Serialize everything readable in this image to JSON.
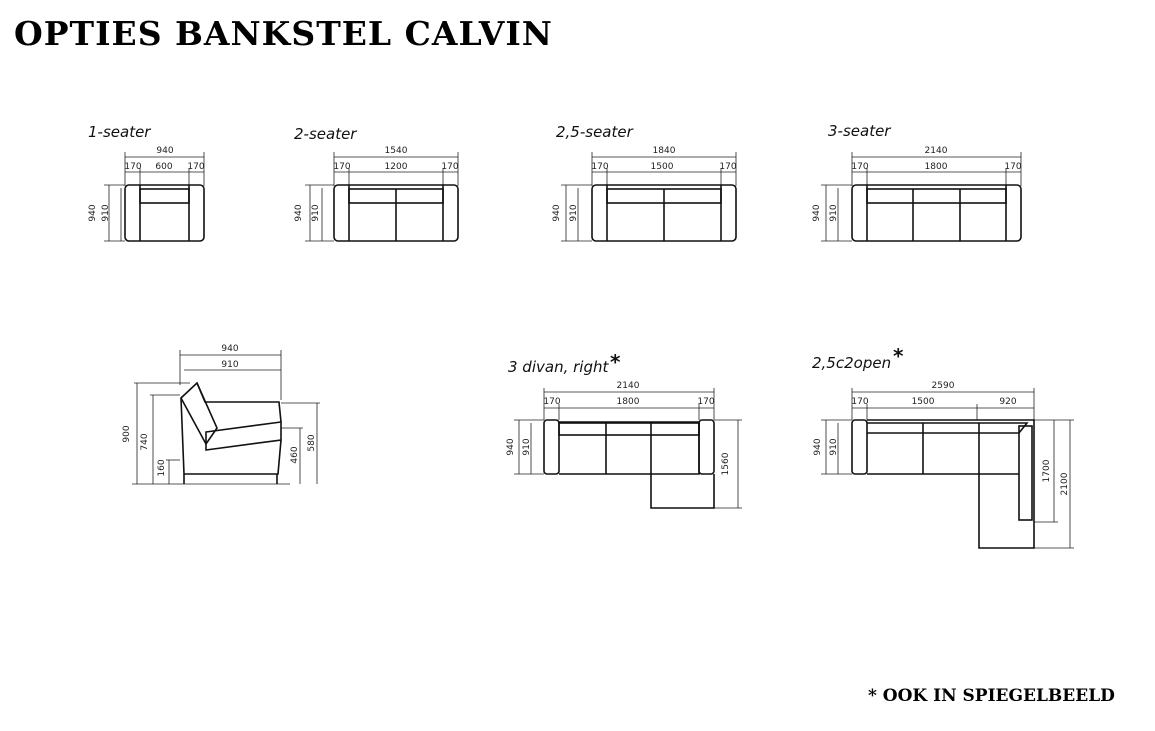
{
  "title": "OPTIES BANKSTEL CALVIN",
  "footnote": "* OOK IN SPIEGELBEELD",
  "star": "*",
  "models": {
    "one_seater": {
      "label": "1-seater",
      "dims": {
        "total_width": "940",
        "arm_left": "170",
        "seat": "600",
        "arm_right": "170",
        "height": "940",
        "inner_height": "910"
      }
    },
    "two_seater": {
      "label": "2-seater",
      "dims": {
        "total_width": "1540",
        "arm_left": "170",
        "seat": "1200",
        "arm_right": "170",
        "height": "940",
        "inner_height": "910"
      }
    },
    "two_half_seater": {
      "label": "2,5-seater",
      "dims": {
        "total_width": "1840",
        "arm_left": "170",
        "seat": "1500",
        "arm_right": "170",
        "height": "940",
        "inner_height": "910"
      }
    },
    "three_seater": {
      "label": "3-seater",
      "dims": {
        "total_width": "2140",
        "arm_left": "170",
        "seat": "1800",
        "arm_right": "170",
        "height": "940",
        "inner_height": "910"
      }
    },
    "side_view": {
      "dims": {
        "depth": "940",
        "inner_depth": "910",
        "total_height": "900",
        "back_height": "740",
        "leg_height": "160",
        "seat_height": "460",
        "arm_height": "580"
      }
    },
    "divan_right": {
      "label": "3 divan, right",
      "dims": {
        "total_width": "2140",
        "arm_left": "170",
        "seat": "1800",
        "arm_right": "170",
        "depth": "940",
        "inner_depth": "910",
        "divan_length": "1560"
      }
    },
    "corner_open": {
      "label": "2,5c2open",
      "dims": {
        "total_width": "2590",
        "arm_left": "170",
        "seat": "1500",
        "corner": "920",
        "depth": "940",
        "inner_depth": "910",
        "inner_length": "1700",
        "total_length": "2100"
      }
    }
  }
}
